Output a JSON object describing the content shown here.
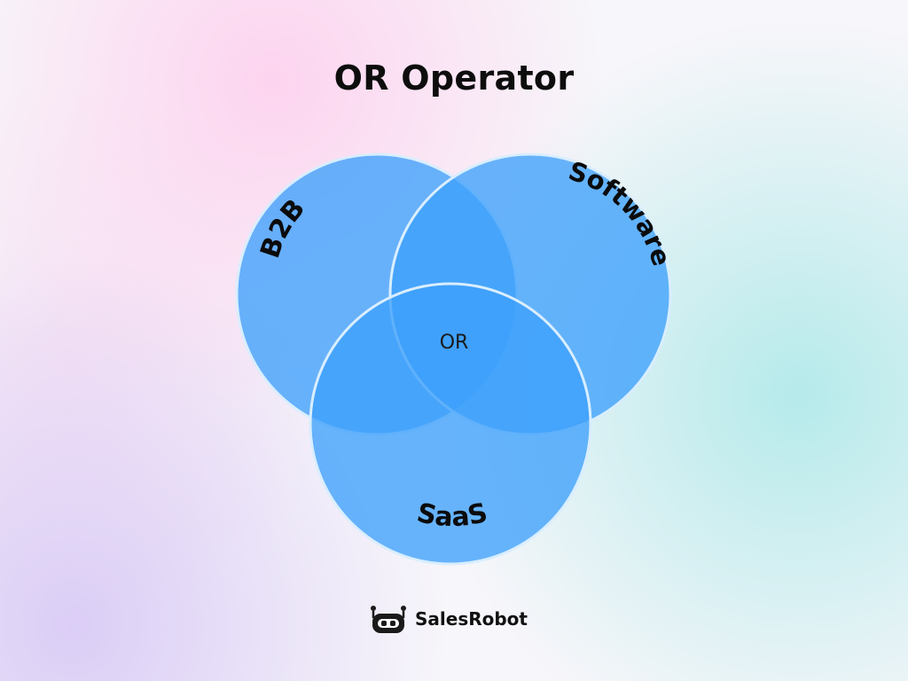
{
  "title": "OR Operator",
  "diagram": {
    "sets": [
      {
        "label": "B2B"
      },
      {
        "label": "Software"
      },
      {
        "label": "SaaS"
      }
    ],
    "center_label": "OR",
    "colors": {
      "circle_fill": "#3da0fb",
      "circle_stroke": "#d9eeff",
      "label": "#0b0b0b"
    }
  },
  "brand": {
    "name": "SalesRobot",
    "icon": "robot-icon"
  }
}
